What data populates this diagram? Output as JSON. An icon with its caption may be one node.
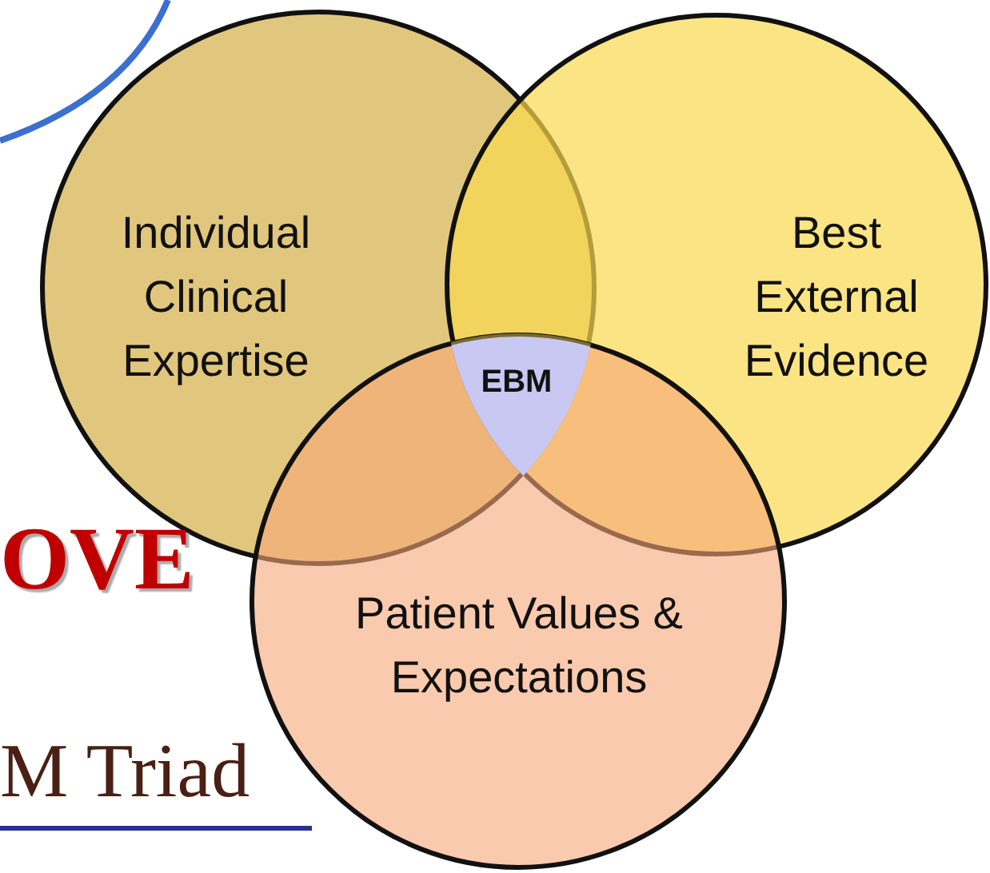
{
  "diagram": {
    "nodes": [
      {
        "text": [
          "Individual Clinical Expertise"
        ]
      },
      {
        "text": [
          "Best External Evidence"
        ]
      },
      {
        "text": [
          "Patient Values & Expectations"
        ]
      },
      {
        "text": [
          "EBM"
        ]
      }
    ],
    "labels": [
      "OVE",
      "M Triad"
    ]
  }
}
